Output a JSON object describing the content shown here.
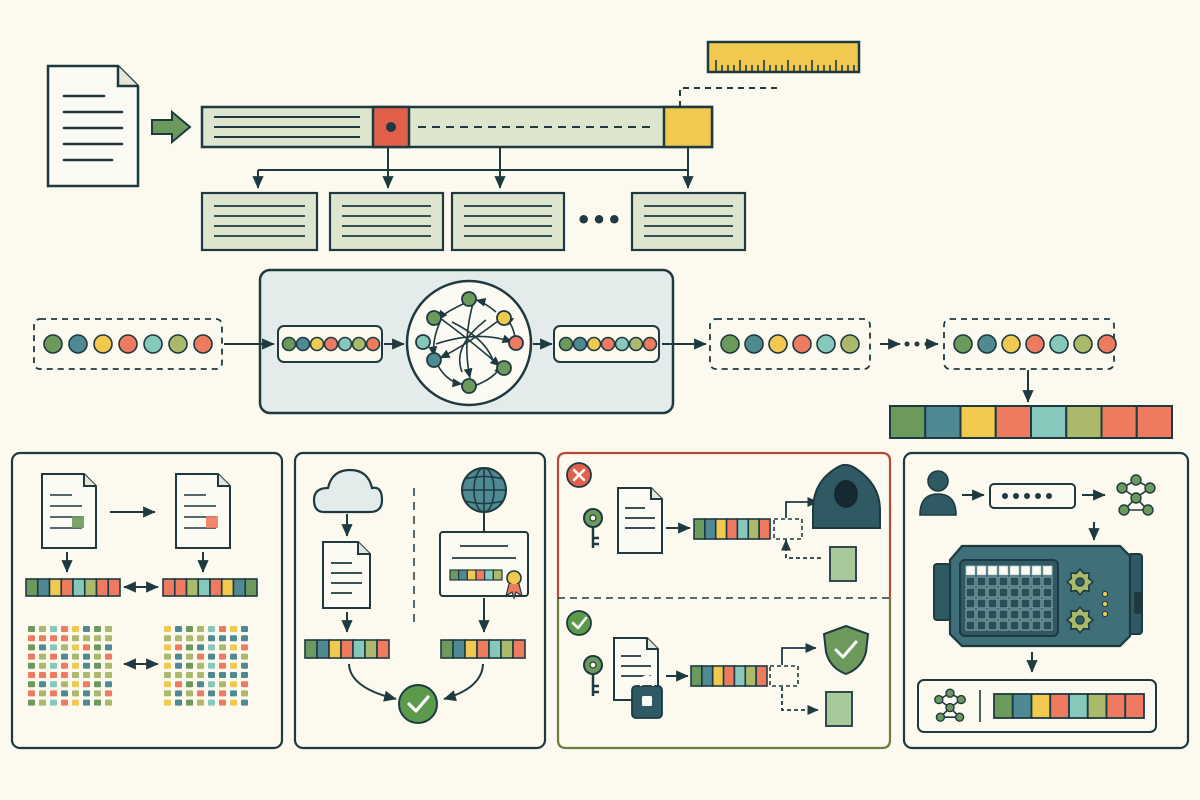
{
  "colors": {
    "background": "#fcf9ee",
    "ink": "#1e3a40",
    "green": "#6c9a5c",
    "teal": "#4f8a93",
    "yellow": "#f2c94f",
    "red": "#ee7a5f",
    "aqua": "#86c8bc",
    "olive": "#aab96a",
    "light_green": "#dde5cf",
    "light_teal": "#e3ecea",
    "danger": "#e2604a",
    "ok": "#5b9a4a",
    "dark_teal": "#2f5a64"
  },
  "continuation_marker": "•••",
  "token_sequence": [
    "green",
    "teal",
    "yellow",
    "red",
    "aqua",
    "olive",
    "red"
  ],
  "embedding_sequence": [
    "green",
    "teal",
    "yellow",
    "red",
    "aqua",
    "olive",
    "red",
    "red"
  ],
  "icons": [
    "document-icon",
    "right-arrow-icon",
    "ruler-icon",
    "attention-circle-icon",
    "cloud-icon",
    "globe-icon",
    "certificate-icon",
    "check-icon",
    "error-x-icon",
    "key-icon",
    "hooded-attacker-icon",
    "shield-check-icon",
    "lock-icon",
    "user-icon",
    "password-field-icon",
    "network-graph-icon",
    "gear-icon",
    "server-device-icon"
  ]
}
